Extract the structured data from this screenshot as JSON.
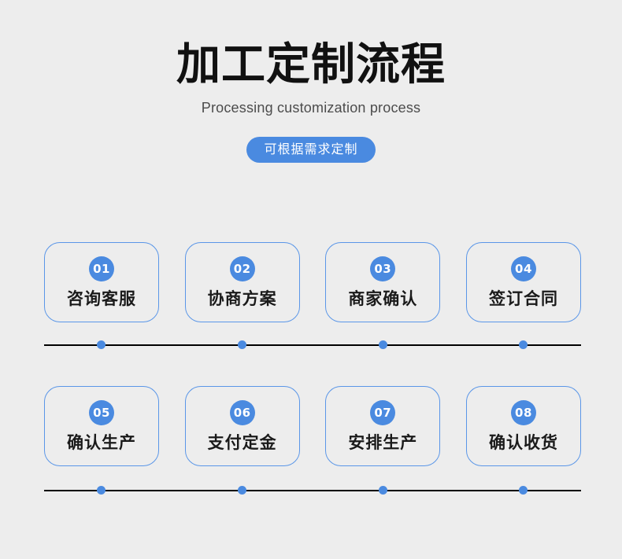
{
  "header": {
    "title": "加工定制流程",
    "subtitle": "Processing customization process",
    "badge_label": "可根据需求定制"
  },
  "colors": {
    "background": "#ededed",
    "accent_blue": "#4a8ae0",
    "card_border": "#5a96e8",
    "line": "#000000",
    "title_text": "#111111",
    "subtitle_text": "#4c4c4c",
    "label_text": "#1a1a1a",
    "badge_text": "#ffffff"
  },
  "steps": [
    {
      "number": "01",
      "label": "咨询客服"
    },
    {
      "number": "02",
      "label": "协商方案"
    },
    {
      "number": "03",
      "label": "商家确认"
    },
    {
      "number": "04",
      "label": "签订合同"
    },
    {
      "number": "05",
      "label": "确认生产"
    },
    {
      "number": "06",
      "label": "支付定金"
    },
    {
      "number": "07",
      "label": "安排生产"
    },
    {
      "number": "08",
      "label": "确认收货"
    }
  ]
}
